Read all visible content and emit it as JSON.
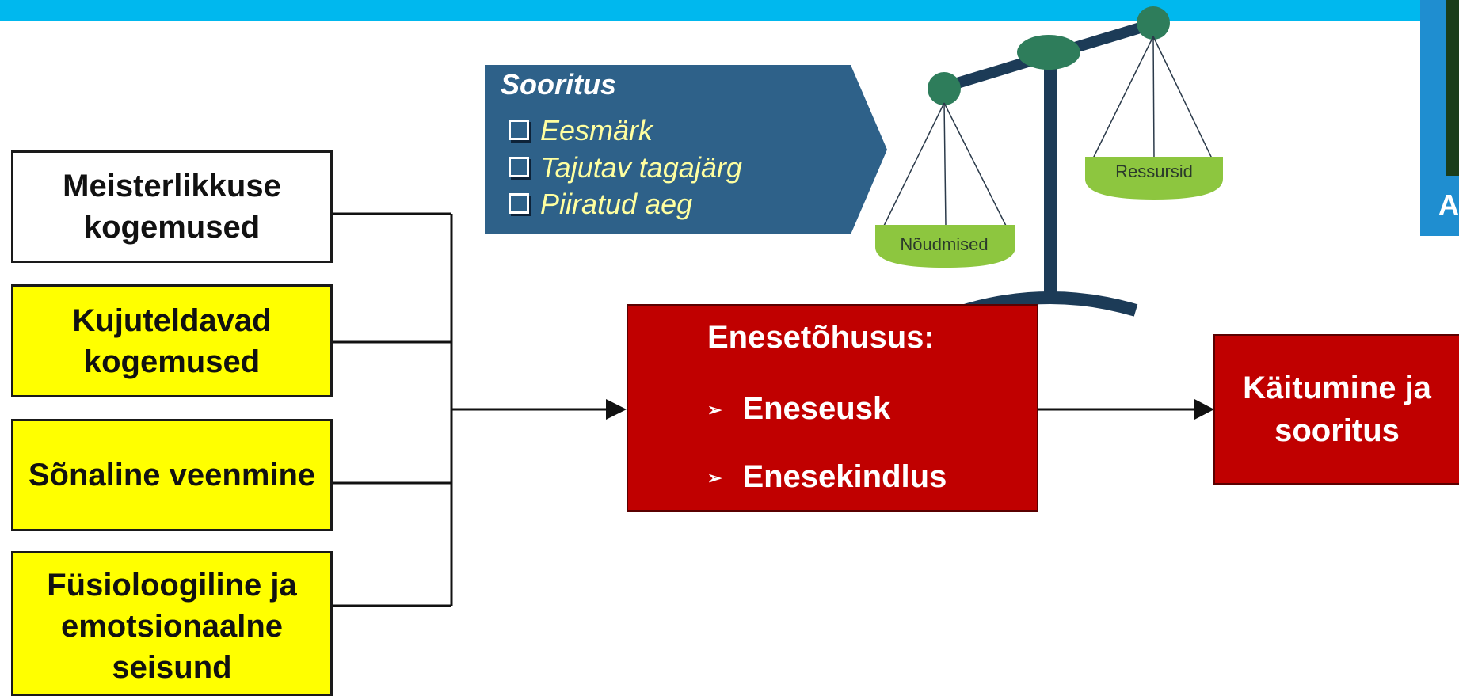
{
  "sources": [
    {
      "label": "Meisterlikkuse kogemused"
    },
    {
      "label": "Kujuteldavad kogemused"
    },
    {
      "label": "Sõnaline veenmine"
    },
    {
      "label": "Füsioloogiline ja emotsionaalne seisund"
    }
  ],
  "performance": {
    "title": "Sooritus",
    "items": [
      "Eesmärk",
      "Tajutav tagajärg",
      "Piiratud aeg"
    ]
  },
  "scale": {
    "left_pan_label": "Nõudmised",
    "right_pan_label": "Ressursid"
  },
  "self_efficacy": {
    "title": "Enesetõhusus:",
    "items": [
      "Eneseusk",
      "Enesekindlus"
    ]
  },
  "outcome": {
    "label": "Käitumine ja sooritus"
  },
  "photo": {
    "caption_fragment": "A"
  },
  "colors": {
    "top_bar": "#00b8ee",
    "yellow_box": "#ffff00",
    "red_box": "#c00000",
    "performance_shape": "#2e6189",
    "performance_items": "#ffffa0",
    "scale_pan": "#8dc63f",
    "scale_joint": "#2e7d5b",
    "scale_beam": "#1c3b57"
  }
}
